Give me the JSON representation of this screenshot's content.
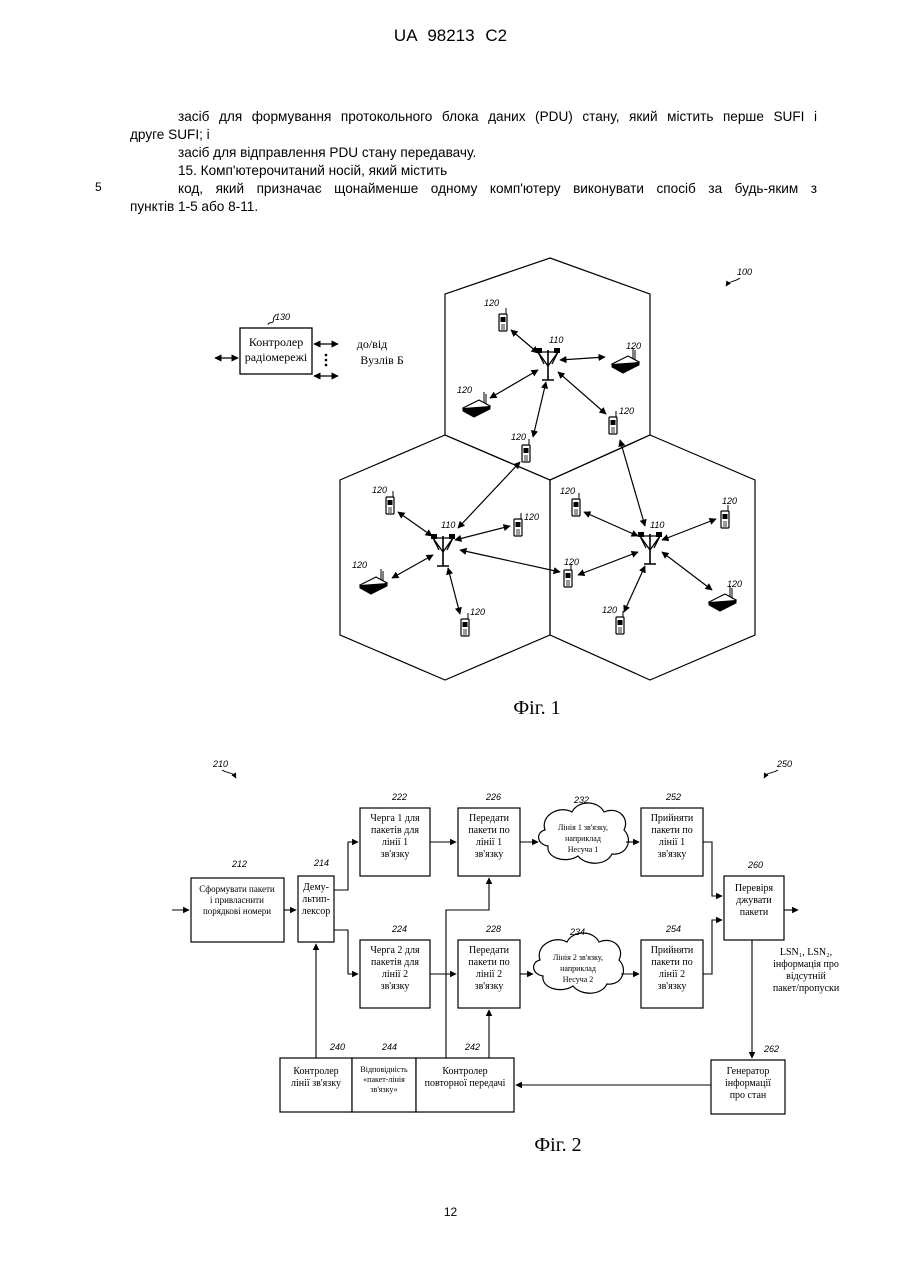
{
  "header": {
    "doc_id": "UA   98213   C2"
  },
  "body_text": {
    "line1": "засіб для формування протокольного блока даних (PDU) стану, який містить перше SUFI і",
    "line2": "друге SUFI; і",
    "line3": "засіб для відправлення PDU стану передавачу.",
    "line4": "15. Комп'ютерочитаний носій, який містить",
    "line5": "код, який призначає щонайменше одному комп'ютеру виконувати спосіб за будь-яким з",
    "line6": "пунктів 1-5 або 8-11."
  },
  "line_number": "5",
  "page_number": "12",
  "fig1": {
    "caption": "Фіг. 1",
    "ref_system": "100",
    "ref_controller": "130",
    "controller_label": [
      "Контролер",
      "радіомережі"
    ],
    "to_from_label": [
      "до/від",
      "Вузлів Б"
    ],
    "ref_base_station": "110",
    "ref_terminal": "120"
  },
  "fig2": {
    "caption": "Фіг. 2",
    "ref_transmitter": "210",
    "ref_receiver": "250",
    "blocks": {
      "b212": {
        "ref": "212",
        "lines": [
          "Сформувати пакети",
          "і привласнити",
          "порядкові номери"
        ]
      },
      "b214": {
        "ref": "214",
        "lines": [
          "Дему-",
          "льтип-",
          "лексор"
        ]
      },
      "b222": {
        "ref": "222",
        "lines": [
          "Черга 1 для",
          "пакетів для",
          "лінії 1",
          "зв'язку"
        ]
      },
      "b224": {
        "ref": "224",
        "lines": [
          "Черга 2 для",
          "пакетів для",
          "лінії 2",
          "зв'язку"
        ]
      },
      "b226": {
        "ref": "226",
        "lines": [
          "Передати",
          "пакети по",
          "лінії 1",
          "зв'язку"
        ]
      },
      "b228": {
        "ref": "228",
        "lines": [
          "Передати",
          "пакети по",
          "лінії 2",
          "зв'язку"
        ]
      },
      "c232": {
        "ref": "232",
        "lines": [
          "Лінія 1 зв'язку,",
          "наприклад",
          "Несуча 1"
        ]
      },
      "c234": {
        "ref": "234",
        "lines": [
          "Лінія 2 зв'язку,",
          "наприклад",
          "Несуча 2"
        ]
      },
      "b252": {
        "ref": "252",
        "lines": [
          "Прийняти",
          "пакети по",
          "лінії 1",
          "зв'язку"
        ]
      },
      "b254": {
        "ref": "254",
        "lines": [
          "Прийняти",
          "пакети по",
          "лінії 2",
          "зв'язку"
        ]
      },
      "b260": {
        "ref": "260",
        "lines": [
          "Перевіря",
          "джувати",
          "пакети"
        ]
      },
      "b240": {
        "ref": "240",
        "lines": [
          "Контролер",
          "лінії зв'язку"
        ]
      },
      "b244": {
        "ref": "244",
        "lines": [
          "Відповідність",
          "«пакет-лінія",
          "зв'язку»"
        ]
      },
      "b242": {
        "ref": "242",
        "lines": [
          "Контролер",
          "повторної передачі"
        ]
      },
      "b262": {
        "ref": "262",
        "lines": [
          "Генератор",
          "інформації",
          "про стан"
        ]
      }
    },
    "status_note": [
      "LSN₁, LSN₂,",
      "інформація про",
      "відсутній",
      "пакет/пропуски"
    ]
  }
}
